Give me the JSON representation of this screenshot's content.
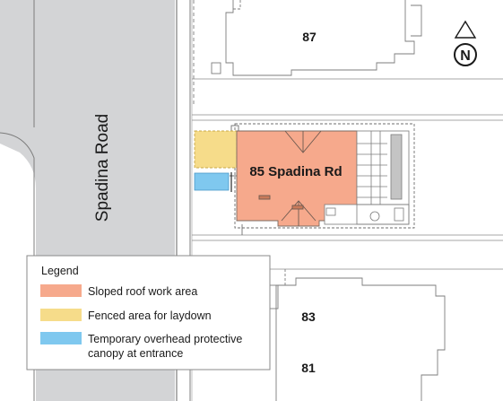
{
  "map": {
    "street_label": "Spadina Road",
    "site_label": "85 Spadina Rd",
    "neighbour_numbers": [
      "87",
      "83",
      "81"
    ],
    "north_arrow_letter": "N"
  },
  "legend": {
    "title": "Legend",
    "items": [
      {
        "label": "Sloped roof work area",
        "color": "#f6a98c"
      },
      {
        "label": "Fenced area for laydown",
        "color": "#f6dc8a"
      },
      {
        "label_line1": "Temporary overhead protective",
        "label_line2": "canopy at entrance",
        "color": "#7fc8ef"
      }
    ]
  },
  "colors": {
    "road": "#d3d4d6",
    "lines": "#7c7c7c",
    "legend_border": "#8a8a8a"
  }
}
